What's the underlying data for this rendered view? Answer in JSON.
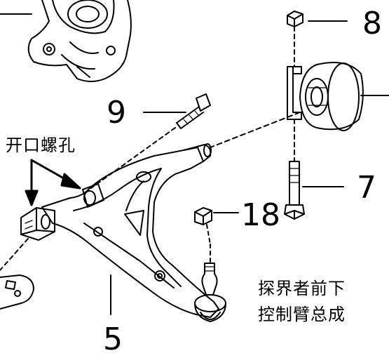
{
  "callouts": {
    "part_8": "8",
    "part_9": "9",
    "part_7": "7",
    "part_18": "18",
    "part_5": "5"
  },
  "notes": {
    "slot_hole": "开口螺孔",
    "caption_line1": "探界者前下",
    "caption_line2": "控制臂总成"
  },
  "colors": {
    "ink": "#000000",
    "paper": "#ffffff"
  }
}
